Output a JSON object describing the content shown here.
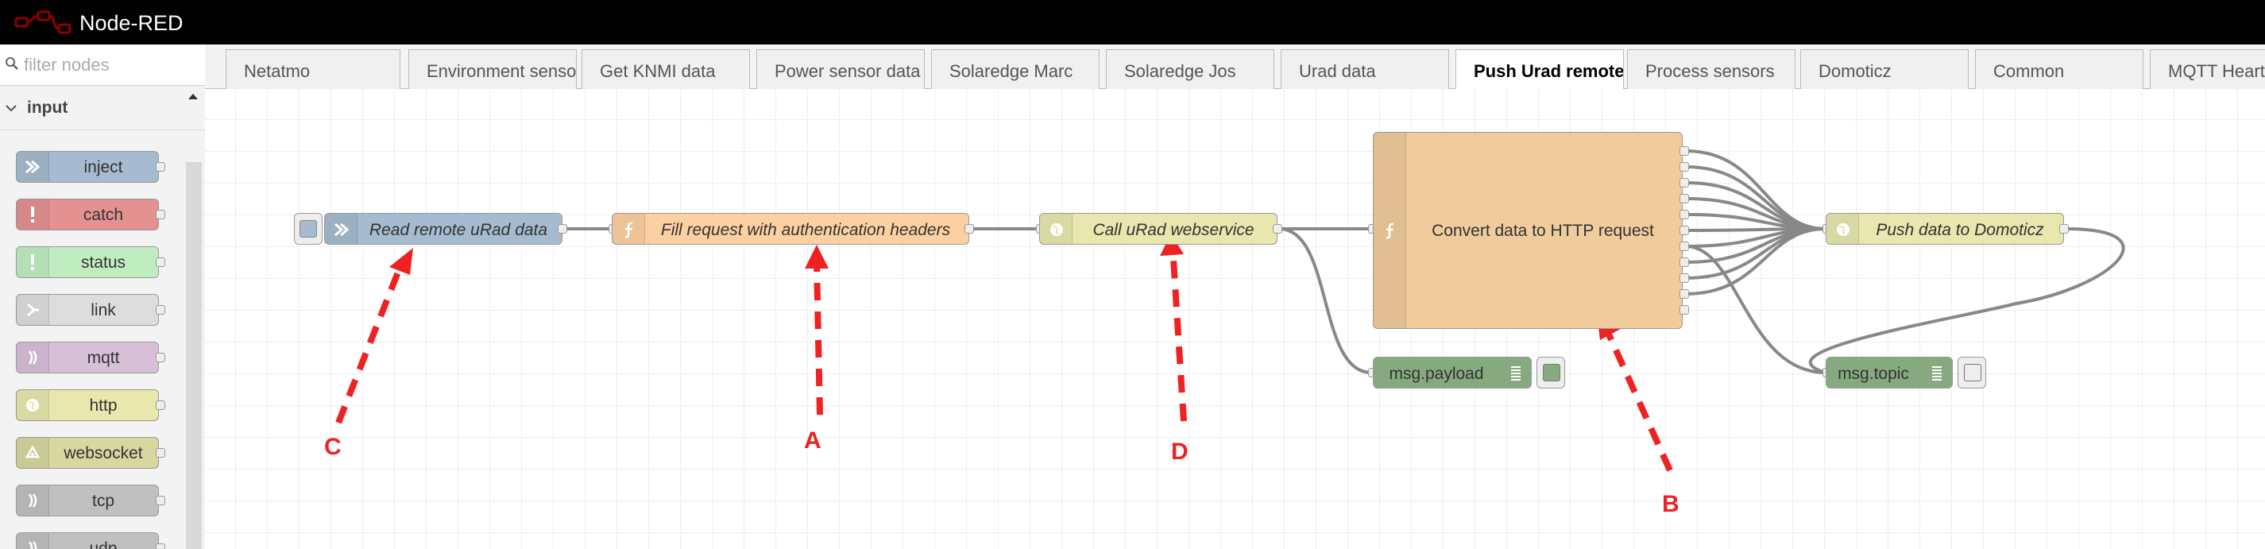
{
  "app": {
    "title": "Node-RED"
  },
  "palette": {
    "filter_placeholder": "filter nodes",
    "category": "input",
    "nodes": [
      {
        "label": "inject",
        "color": "#a6bbcf"
      },
      {
        "label": "catch",
        "color": "#e49191"
      },
      {
        "label": "status",
        "color": "#c0edc0"
      },
      {
        "label": "link",
        "color": "#dddddd"
      },
      {
        "label": "mqtt",
        "color": "#d8bfd8"
      },
      {
        "label": "http",
        "color": "#e7e7ae"
      },
      {
        "label": "websocket",
        "color": "#d7d7a0"
      },
      {
        "label": "tcp",
        "color": "#c0c0c0"
      },
      {
        "label": "udp",
        "color": "#c0c0c0"
      }
    ]
  },
  "tabs": [
    {
      "label": "Netatmo"
    },
    {
      "label": "Environment sensors"
    },
    {
      "label": "Get KNMI data"
    },
    {
      "label": "Power sensor data"
    },
    {
      "label": "Solaredge Marc"
    },
    {
      "label": "Solaredge Jos"
    },
    {
      "label": "Urad data"
    },
    {
      "label": "Push Urad remote to Domoticz",
      "active": true
    },
    {
      "label": "Process sensors"
    },
    {
      "label": "Domoticz"
    },
    {
      "label": "Common"
    },
    {
      "label": "MQTT Heartbeat"
    }
  ],
  "flow": {
    "nodes": {
      "read": {
        "label": "Read remote uRad data",
        "color": "#a6bbcf",
        "icon": "inject-arrow-icon"
      },
      "fill": {
        "label": "Fill request with authentication headers",
        "color": "#fdd0a2",
        "icon": "function-icon"
      },
      "call": {
        "label": "Call uRad webservice",
        "color": "#e7e7ae",
        "icon": "http-globe-icon"
      },
      "convert": {
        "label": "Convert data to HTTP request",
        "color": "#fdd0a2",
        "icon": "function-icon"
      },
      "push": {
        "label": "Push data to Domoticz",
        "color": "#e7e7ae",
        "icon": "http-globe-icon"
      },
      "payload": {
        "label": "msg.payload",
        "color": "#87a980",
        "icon": "debug-icon"
      },
      "topic": {
        "label": "msg.topic",
        "color": "#87a980",
        "icon": "debug-icon"
      }
    },
    "annotations": {
      "a": "A",
      "b": "B",
      "c": "C",
      "d": "D"
    }
  },
  "colors": {
    "annotation": "#ee2222",
    "wire": "#888888",
    "header": "#000000"
  }
}
